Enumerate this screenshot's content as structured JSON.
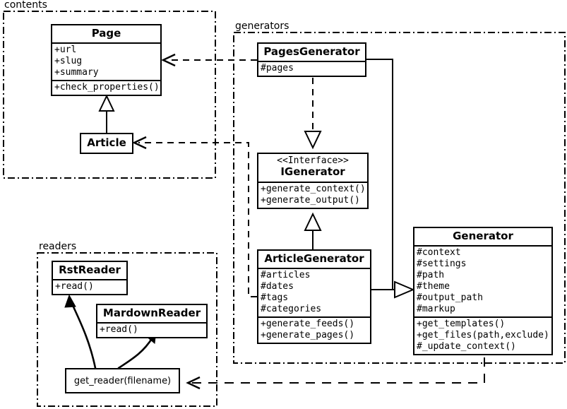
{
  "diagram": {
    "title": "Pelican architecture UML class diagram",
    "background": "#ffffff",
    "stroke": "#000000"
  },
  "packages": [
    {
      "id": "contents",
      "label": "contents"
    },
    {
      "id": "generators",
      "label": "generators"
    },
    {
      "id": "readers",
      "label": "readers"
    }
  ],
  "classes": [
    {
      "id": "page",
      "name": "Page",
      "stereotype": "",
      "attributes": [
        "+url",
        "+slug",
        "+summary"
      ],
      "methods": [
        "+check_properties()"
      ]
    },
    {
      "id": "article",
      "name": "Article",
      "stereotype": "",
      "attributes": [],
      "methods": []
    },
    {
      "id": "pages_generator",
      "name": "PagesGenerator",
      "stereotype": "",
      "attributes": [
        "#pages"
      ],
      "methods": []
    },
    {
      "id": "igenerator",
      "name": "IGenerator",
      "stereotype": "<<Interface>>",
      "attributes": [],
      "methods": [
        "+generate_context()",
        "+generate_output()"
      ]
    },
    {
      "id": "article_generator",
      "name": "ArticleGenerator",
      "stereotype": "",
      "attributes": [
        "#articles",
        "#dates",
        "#tags",
        "#categories"
      ],
      "methods": [
        "+generate_feeds()",
        "+generate_pages()"
      ]
    },
    {
      "id": "generator",
      "name": "Generator",
      "stereotype": "",
      "attributes": [
        "#context",
        "#settings",
        "#path",
        "#theme",
        "#output_path",
        "#markup"
      ],
      "methods": [
        "+get_templates()",
        "+get_files(path,exclude)",
        "#_update_context()"
      ]
    },
    {
      "id": "rst_reader",
      "name": "RstReader",
      "stereotype": "",
      "attributes": [],
      "methods": [
        "+read()"
      ]
    },
    {
      "id": "mardown_reader",
      "name": "MardownReader",
      "stereotype": "",
      "attributes": [],
      "methods": [
        "+read()"
      ]
    }
  ],
  "functions": [
    {
      "id": "get_reader",
      "label": "get_reader(filename)"
    }
  ],
  "relationships": [
    {
      "id": "pagesgenerator-uses-page",
      "from": "PagesGenerator",
      "to": "Page",
      "kind": "dependency",
      "line": "dashed",
      "arrow": "open"
    },
    {
      "id": "articlegenerator-uses-article",
      "from": "ArticleGenerator",
      "to": "Article",
      "kind": "dependency",
      "line": "dashed",
      "arrow": "open"
    },
    {
      "id": "pagesgenerator-realizes-igenerator",
      "from": "PagesGenerator",
      "to": "IGenerator",
      "kind": "realization",
      "line": "dashed",
      "arrow": "hollow-triangle"
    },
    {
      "id": "articlegenerator-realizes-igenerator",
      "from": "ArticleGenerator",
      "to": "IGenerator",
      "kind": "realization",
      "line": "solid",
      "arrow": "hollow-triangle"
    },
    {
      "id": "article-extends-page",
      "from": "Article",
      "to": "Page",
      "kind": "generalization",
      "line": "solid",
      "arrow": "hollow-triangle"
    },
    {
      "id": "pagesgenerator-extends-generator",
      "from": "PagesGenerator",
      "to": "Generator",
      "kind": "generalization",
      "line": "solid",
      "arrow": "hollow-triangle"
    },
    {
      "id": "articlegenerator-extends-generator",
      "from": "ArticleGenerator",
      "to": "Generator",
      "kind": "generalization",
      "line": "solid",
      "arrow": "hollow-triangle"
    },
    {
      "id": "generator-uses-getreader",
      "from": "Generator",
      "to": "get_reader(filename)",
      "kind": "dependency",
      "line": "dashed",
      "arrow": "open"
    },
    {
      "id": "getreader-returns-rstreader",
      "from": "get_reader(filename)",
      "to": "RstReader",
      "kind": "instantiates",
      "line": "curved-solid",
      "arrow": "filled"
    },
    {
      "id": "getreader-returns-mardownreader",
      "from": "get_reader(filename)",
      "to": "MardownReader",
      "kind": "instantiates",
      "line": "curved-solid",
      "arrow": "filled"
    }
  ]
}
